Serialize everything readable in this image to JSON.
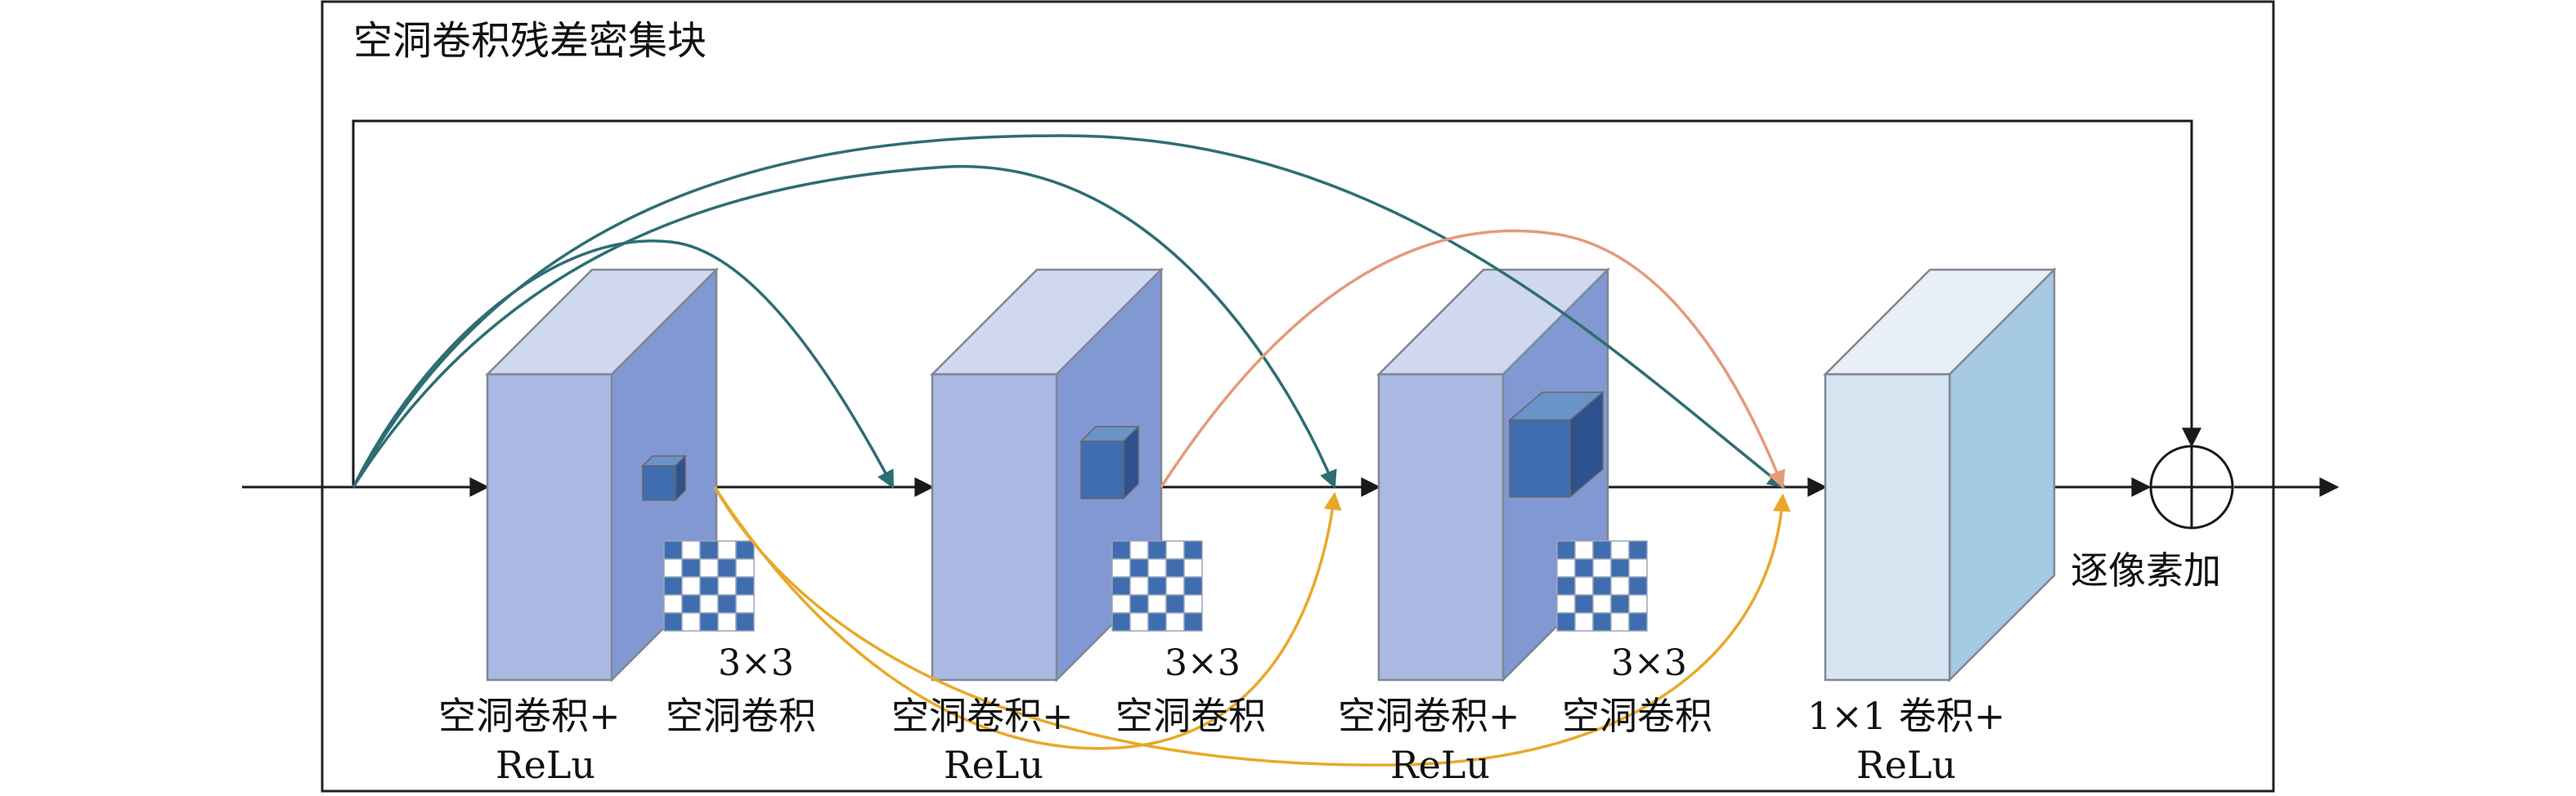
{
  "title": "空洞卷积残差密集块",
  "blocks": [
    {
      "line1": "空洞卷积+",
      "line2": "ReLu",
      "kernel_size": "3×3",
      "kernel_label": "空洞卷积"
    },
    {
      "line1": "空洞卷积+",
      "line2": "ReLu",
      "kernel_size": "3×3",
      "kernel_label": "空洞卷积"
    },
    {
      "line1": "空洞卷积+",
      "line2": "ReLu",
      "kernel_size": "3×3",
      "kernel_label": "空洞卷积"
    },
    {
      "line1": "1×1 卷积+",
      "line2": "ReLu"
    }
  ],
  "add_label": "逐像素加",
  "colors": {
    "block_front": "#a9b9e2",
    "block_top": "#cfd8f0",
    "block_side": "#8298d2",
    "final_front": "#d7e5f2",
    "final_top": "#e8eff8",
    "final_side": "#a5c8e3",
    "cube": "#3f6db0",
    "dense_teal": "#2d6e73",
    "dense_orange": "#e59a78",
    "dense_yellow": "#e8a92a",
    "main_flow": "#1a1a1a"
  }
}
